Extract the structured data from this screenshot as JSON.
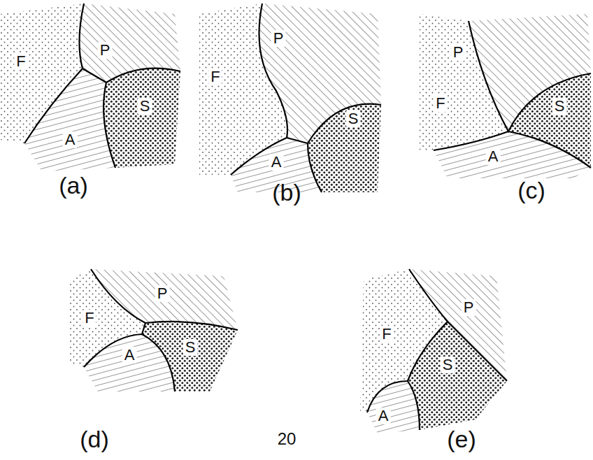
{
  "diagram": {
    "labels": [
      "F",
      "P",
      "S",
      "A",
      "(a)",
      "F",
      "P",
      "S",
      "A",
      "(b)",
      "F",
      "P",
      "S",
      "A",
      "(c)",
      "F",
      "P",
      "S",
      "A",
      "(d)",
      "20",
      "F",
      "P",
      "S",
      "A",
      "(e)"
    ]
  }
}
